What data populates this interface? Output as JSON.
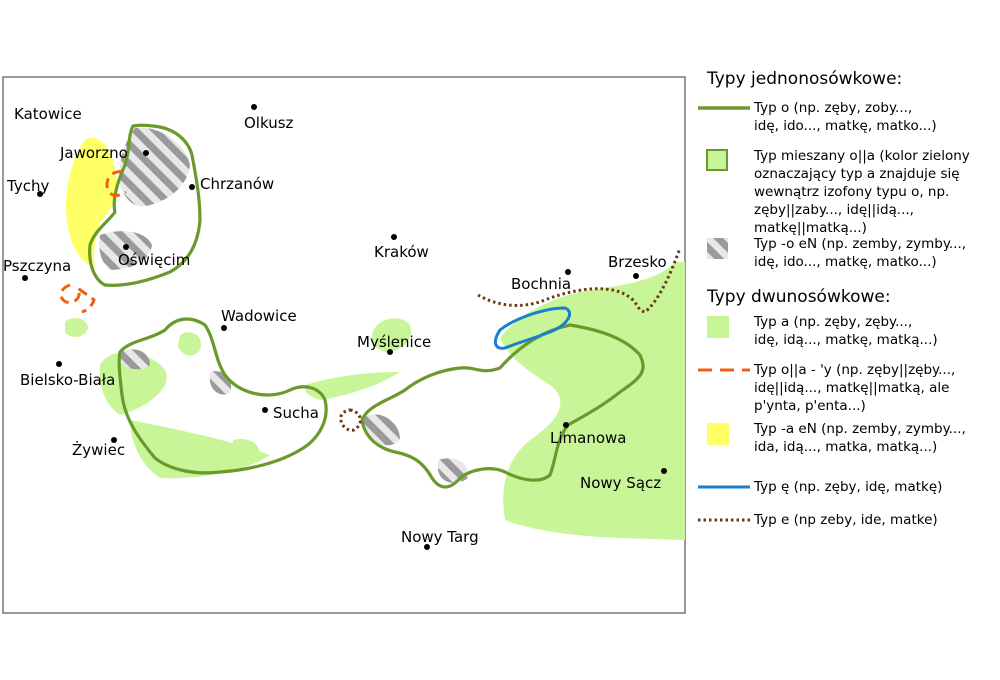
{
  "cities": [
    {
      "name": "Katowice"
    },
    {
      "name": "Olkusz"
    },
    {
      "name": "Jaworzno"
    },
    {
      "name": "Chrzanów"
    },
    {
      "name": "Tychy"
    },
    {
      "name": "Oświęcim"
    },
    {
      "name": "Pszczyna"
    },
    {
      "name": "Kraków"
    },
    {
      "name": "Bochnia"
    },
    {
      "name": "Brzesko"
    },
    {
      "name": "Wadowice"
    },
    {
      "name": "Myślenice"
    },
    {
      "name": "Bielsko-Biała"
    },
    {
      "name": "Sucha"
    },
    {
      "name": "Żywiec"
    },
    {
      "name": "Limanowa"
    },
    {
      "name": "Nowy Sącz"
    },
    {
      "name": "Nowy Targ"
    }
  ],
  "legend": {
    "heading_single": "Typy jednonosówkowe:",
    "heading_double": "Typy dwunosówkowe:",
    "items": [
      {
        "key": "typ-o",
        "symbol": "green-line",
        "color": "#6b9a2c",
        "lines": [
          "Typ o (np. zęby, zoby...,",
          "idę, ido..., matkę, matko...)"
        ]
      },
      {
        "key": "mixed",
        "symbol": "green-box-outline",
        "color": "#c8f598",
        "lines": [
          "Typ mieszany o||a (kolor zielony",
          "oznaczający typ a znajduje się",
          "wewnątrz izofony typu o, np.",
          "zęby||zaby..., idę||idą...,",
          "matkę||matką...)"
        ]
      },
      {
        "key": "o-en",
        "symbol": "gray-hatch",
        "color": "#999999",
        "lines": [
          "Typ -o eN (np. zemby, zymby...,",
          "idę, ido..., matkę, matko...)"
        ]
      },
      {
        "key": "typ-a",
        "symbol": "light-green-box",
        "color": "#c8f598",
        "lines": [
          "Typ a (np. zęby, zęby...,",
          "idę, idą..., matkę, matką...)"
        ]
      },
      {
        "key": "o-a-y",
        "symbol": "orange-dash",
        "color": "#f06010",
        "lines": [
          "Typ o||a - 'y (np. zęby||zęby...,",
          "idę||idą..., matkę||matką, ale",
          "p'ynta, p'enta...)"
        ]
      },
      {
        "key": "a-en",
        "symbol": "yellow-box",
        "color": "#ffff66",
        "lines": [
          "Typ  -a eN (np. zemby, zymby...,",
          "ida, idą..., matka, matką...)"
        ]
      },
      {
        "key": "typ-e-nasal",
        "symbol": "blue-line",
        "color": "#1a7fcf",
        "lines": [
          "Typ ę (np. zęby, idę, matkę)"
        ]
      },
      {
        "key": "typ-e",
        "symbol": "brown-dots",
        "color": "#6b3a10",
        "lines": [
          "Typ e (np zeby, ide, matke)"
        ]
      }
    ]
  },
  "colors": {
    "green_line": "#6b9a2c",
    "light_green": "#c8f598",
    "yellow": "#ffff66",
    "hatch_gray": "#9a9a9a",
    "orange": "#f06010",
    "blue": "#1a7fcf",
    "brown": "#6b3a10"
  }
}
